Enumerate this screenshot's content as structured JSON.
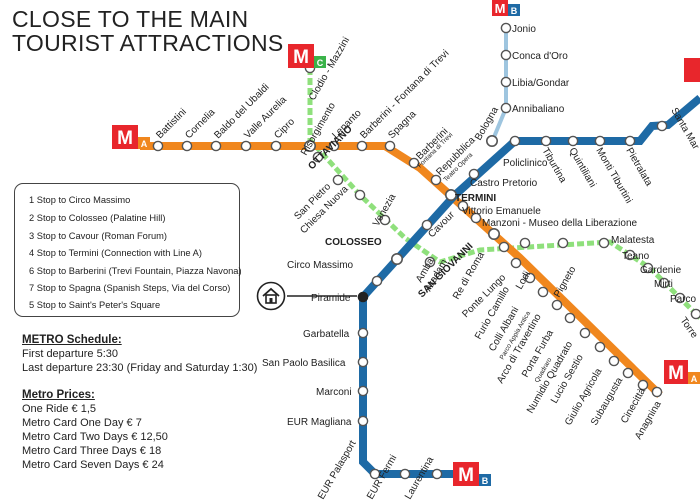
{
  "title": {
    "line1": "CLOSE TO THE MAIN",
    "line2": "TOURIST ATTRACTIONS"
  },
  "colors": {
    "line_a": "#f0871e",
    "line_b": "#1e6aa5",
    "line_b_branch": "#9ec5df",
    "line_c": "#8fe07c",
    "m_logo": "#e8262c",
    "line_a_tag": "#f0871e",
    "line_b_tag": "#1e6aa5",
    "line_c_tag": "#3bb34a"
  },
  "logos": {
    "metro_letter": "M",
    "line_a": "A",
    "line_b": "B",
    "line_c": "C"
  },
  "legend": [
    "1 Stop to Circo Massimo",
    "2 Stop to Colosseo (Palatine Hill)",
    "3 Stop to Cavour  (Roman Forum)",
    "4 Stop to Termini (Connection with Line A)",
    "6 Stop to Barberini (Trevi Fountain, Piazza Navona)",
    "7 Stop to Spagna (Spanish Steps, Via del Corso)",
    "5 Stop to Saint's Peter's Square"
  ],
  "schedule": {
    "heading": "METRO Schedule:",
    "first": "First departure 5:30",
    "last": "Last departure 23:30 (Friday and Saturday 1:30)"
  },
  "prices": {
    "heading": "Metro Prices:",
    "items": [
      "One Ride € 1,5",
      "Metro Card One Day € 7",
      "Metro Card Two Days € 12,50",
      "Metro Card Three Days € 18",
      "Metro Card Seven Days € 24"
    ]
  },
  "home_icon": "home-icon",
  "stations": {
    "battistini": "Battistini",
    "cornelia": "Cornelia",
    "baldo": "Baldo del Ubaldi",
    "valle_aurelia": "Valle Aurelia",
    "cipro": "Cipro",
    "clodio": "Clodio - Mazzini",
    "ottaviano": "OTTAVIANO",
    "risorgimento": "Risorgimento",
    "san_pietro": "San Pietro",
    "chiesa_nuova": "Chiesa Nuova",
    "venezia": "Venezia",
    "lepanto": "Lepanto",
    "barberini_fontana": "Barberini - Fontana di Trevi",
    "spagna": "Spagna",
    "barberini": "Barberini",
    "fontana_sub": "Fontana di Trevi",
    "repubblica": "Repubblica",
    "teatro_sub": "Teatro Opera",
    "termini": "TERMINI",
    "vittorio": "Vittorio Emanuele",
    "manzoni": "Manzoni - Museo della Liberazione",
    "castro": "Castro Pretorio",
    "policlinico": "Policlinico",
    "bologna": "Bologna",
    "tiburtina": "Tiburtina",
    "quintiliani": "Quintiliani",
    "monti": "Monti Tiburtini",
    "pietralata": "Pietralata",
    "santa_maria": "Santa Mar",
    "jonio": "Jonio",
    "conca": "Conca d'Oro",
    "libia": "Libia/Gondar",
    "annibaliano": "Annibaliano",
    "colosseo": "COLOSSEO",
    "circo": "Circo Massimo",
    "piramide": "Piramide",
    "garbatella": "Garbatella",
    "san_paolo": "San Paolo Basilica",
    "marconi": "Marconi",
    "eur_magliana": "EUR Magliana",
    "eur_palasport": "EUR Palasport",
    "eur_fermi": "EUR Fermi",
    "laurentina": "Laurentina",
    "cavour": "Cavour",
    "amba": "Amba",
    "aradam": "Aradam",
    "san_giovanni": "SAN GIOVANNI",
    "re_di_roma": "Re di Roma",
    "ponte_lungo": "Ponte Lungo",
    "furio": "Furio Camillo",
    "colli": "Colli Albani",
    "parco_appia": "Parco Appia Antica",
    "arco": "Arco di Travertino",
    "porta_furba": "Porta Furba",
    "quadraro": "Quadraro",
    "numidio": "Numidio Quadrato",
    "lucio": "Lucio Sestio",
    "giulio": "Giulio Agricola",
    "subaugusta": "Subaugusta",
    "cinecitta": "Cinecittà",
    "anagnina": "Anagnina",
    "lodi": "Lodi",
    "pigneto": "Pigneto",
    "malatesta": "Malatesta",
    "teano": "Teano",
    "gardenie": "Gardenie",
    "mirti": "Mirti",
    "parco": "Parco",
    "torre": "Torre"
  }
}
